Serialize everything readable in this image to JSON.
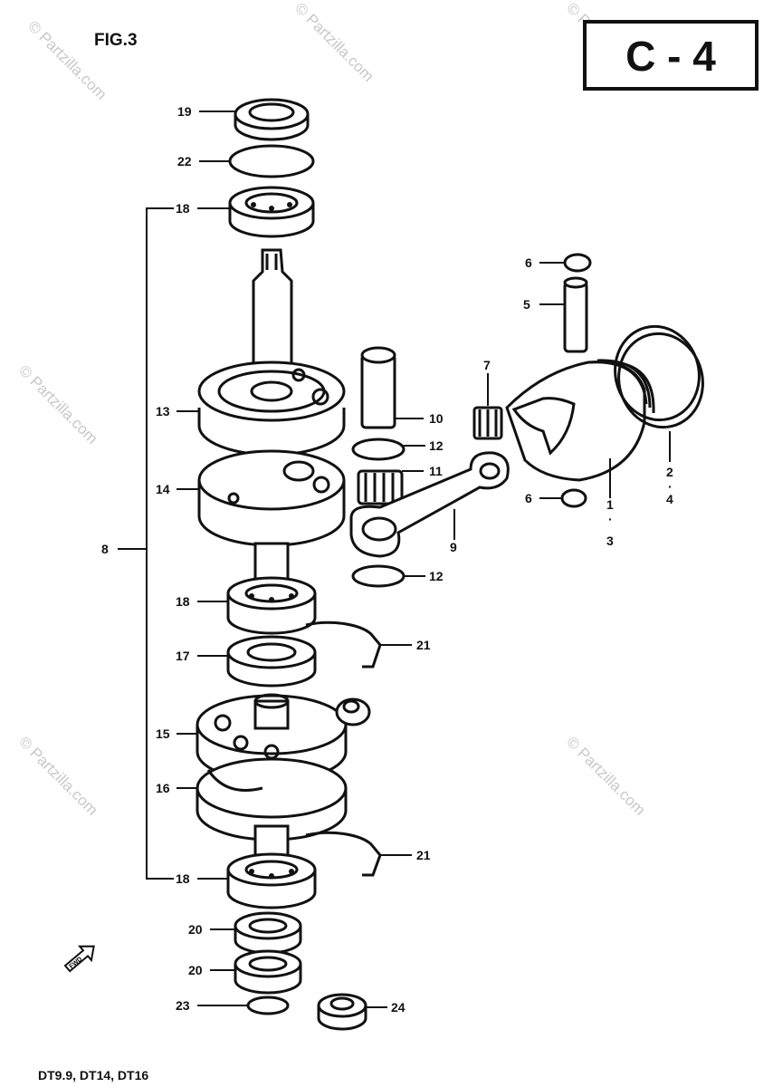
{
  "figure_label": "FIG.3",
  "section_code": "C - 4",
  "models": "DT9.9,  DT14,  DT16",
  "watermark": "© Partzilla.com",
  "callouts": [
    {
      "id": "c19",
      "text": "19"
    },
    {
      "id": "c22",
      "text": "22"
    },
    {
      "id": "c18a",
      "text": "18"
    },
    {
      "id": "c6a",
      "text": "6"
    },
    {
      "id": "c5",
      "text": "5"
    },
    {
      "id": "c7",
      "text": "7"
    },
    {
      "id": "c13",
      "text": "13"
    },
    {
      "id": "c10",
      "text": "10"
    },
    {
      "id": "c12a",
      "text": "12"
    },
    {
      "id": "c11",
      "text": "11"
    },
    {
      "id": "c14",
      "text": "14"
    },
    {
      "id": "c6b",
      "text": "6"
    },
    {
      "id": "c1",
      "text": "1"
    },
    {
      "id": "c3",
      "text": "3"
    },
    {
      "id": "c2",
      "text": "2"
    },
    {
      "id": "c4",
      "text": "4"
    },
    {
      "id": "c9",
      "text": "9"
    },
    {
      "id": "c8",
      "text": "8"
    },
    {
      "id": "c12b",
      "text": "12"
    },
    {
      "id": "c18b",
      "text": "18"
    },
    {
      "id": "c21a",
      "text": "21"
    },
    {
      "id": "c17",
      "text": "17"
    },
    {
      "id": "c15",
      "text": "15"
    },
    {
      "id": "c16",
      "text": "16"
    },
    {
      "id": "c21b",
      "text": "21"
    },
    {
      "id": "c18c",
      "text": "18"
    },
    {
      "id": "c20a",
      "text": "20"
    },
    {
      "id": "c20b",
      "text": "20"
    },
    {
      "id": "c23",
      "text": "23"
    },
    {
      "id": "c24",
      "text": "24"
    }
  ],
  "range_markers": {
    "c1_3": "·",
    "c2_4": "·"
  },
  "direction_glyph": "FWD"
}
